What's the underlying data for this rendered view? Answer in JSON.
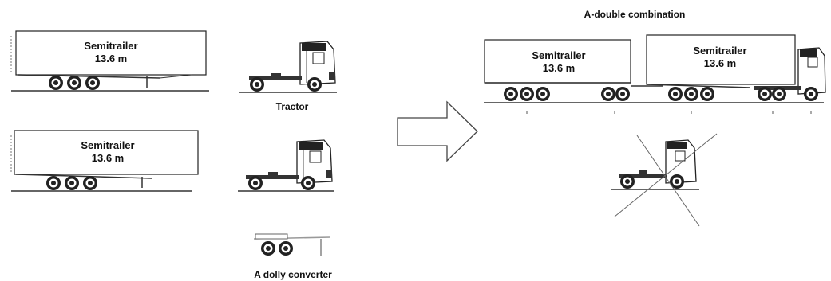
{
  "labels": {
    "trailer_name": "Semitrailer",
    "trailer_length": "13.6 m",
    "tractor": "Tractor",
    "dolly": "A dolly converter",
    "combination_title": "A-double combination"
  }
}
